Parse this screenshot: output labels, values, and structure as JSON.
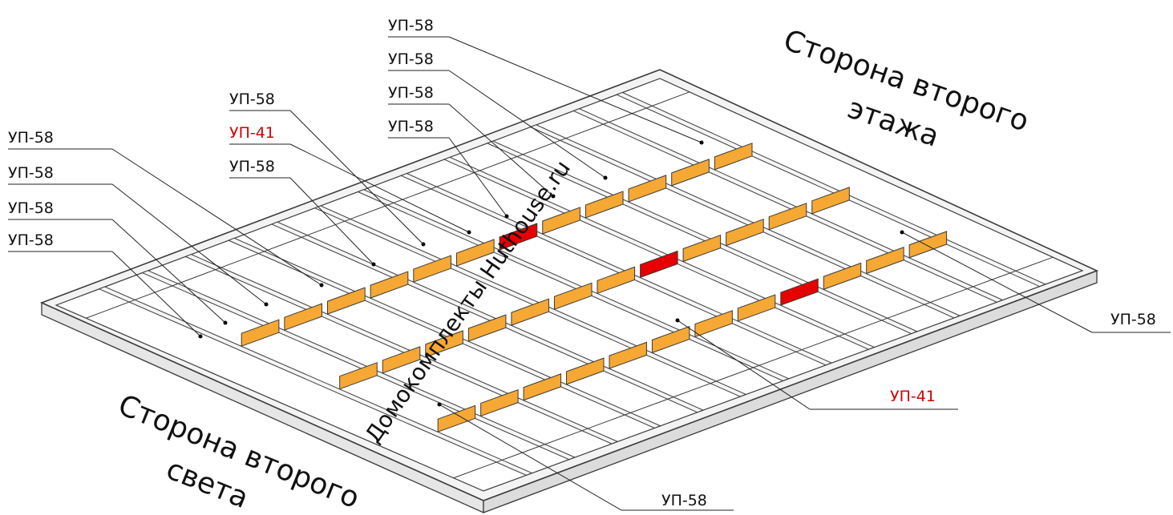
{
  "colors": {
    "frame_fill": "#f2f2f2",
    "frame_stroke": "#3a3a3a",
    "side_fill": "#e6e6e6",
    "blocking_58": "#f5a833",
    "blocking_41": "#e60000",
    "label_58": "#111111",
    "label_41": "#d10000",
    "leader": "#222222"
  },
  "labels": [
    {
      "text": "УП-58",
      "type": "58"
    },
    {
      "text": "УП-58",
      "type": "58"
    },
    {
      "text": "УП-58",
      "type": "58"
    },
    {
      "text": "УП-58",
      "type": "58"
    },
    {
      "text": "УП-58",
      "type": "58"
    },
    {
      "text": "УП-41",
      "type": "41"
    },
    {
      "text": "УП-58",
      "type": "58"
    },
    {
      "text": "УП-58",
      "type": "58"
    },
    {
      "text": "УП-58",
      "type": "58"
    },
    {
      "text": "УП-58",
      "type": "58"
    },
    {
      "text": "УП-58",
      "type": "58"
    },
    {
      "text": "УП-58",
      "type": "58"
    },
    {
      "text": "УП-41",
      "type": "41"
    },
    {
      "text": "УП-58",
      "type": "58"
    }
  ],
  "side_labels": {
    "second_floor_line1": "Сторона второго",
    "second_floor_line2": "этажа",
    "second_light_line1": "Сторона второго",
    "second_light_line2": "света"
  },
  "watermark": "Домокомплекты Huthouse.ru"
}
